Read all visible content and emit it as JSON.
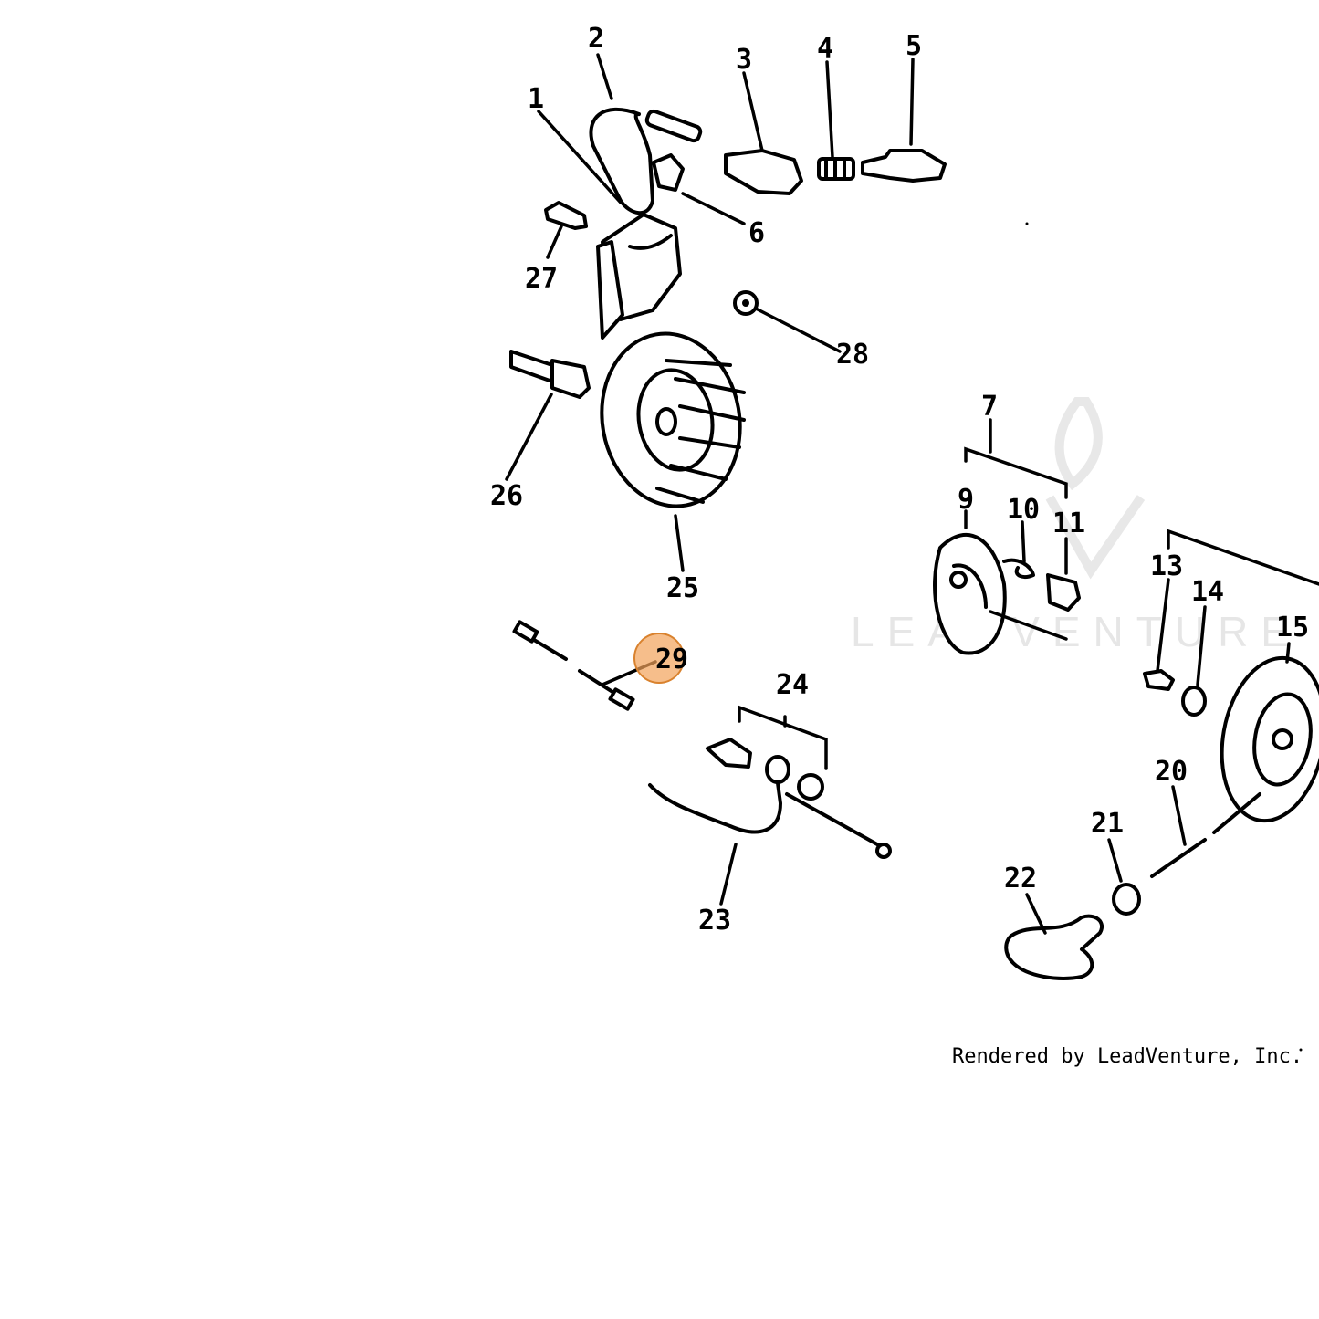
{
  "diagram": {
    "credit": "Rendered by LeadVenture, Inc.",
    "watermark": "LEADVENTURE",
    "highlight": {
      "part": "29",
      "color": "#f2a25a"
    },
    "callouts": [
      "1",
      "2",
      "3",
      "4",
      "5",
      "6",
      "7",
      "9",
      "10",
      "11",
      "13",
      "14",
      "15",
      "20",
      "21",
      "22",
      "23",
      "24",
      "25",
      "26",
      "27",
      "28",
      "29"
    ]
  }
}
